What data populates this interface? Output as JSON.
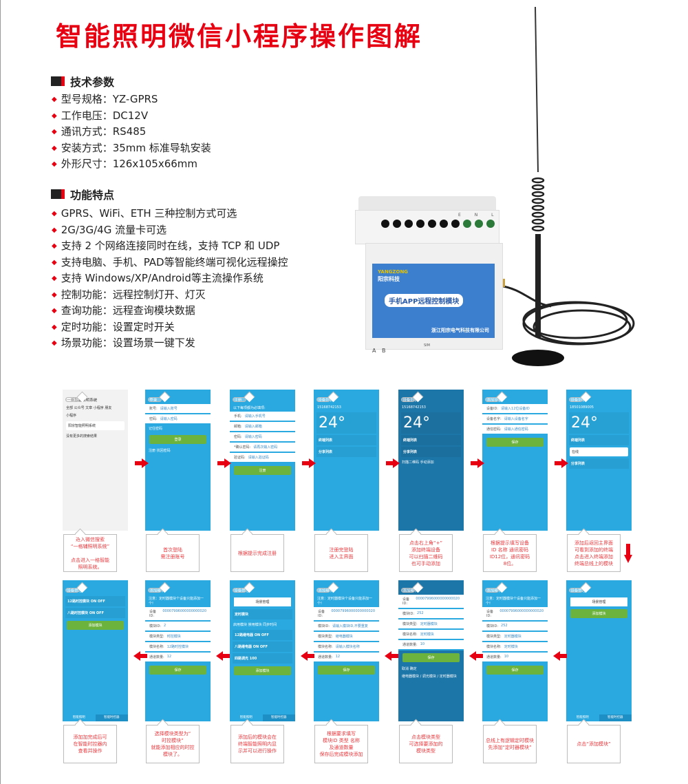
{
  "title": "智能照明微信小程序操作图解",
  "tech": {
    "heading": "技术参数",
    "items": [
      "型号规格：YZ-GPRS",
      "工作电压：DC12V",
      "通讯方式：RS485",
      "安装方式：35mm 标准导轨安装",
      "外形尺寸：126x105x66mm"
    ]
  },
  "features": {
    "heading": "功能特点",
    "items": [
      "GPRS、WiFi、ETH 三种控制方式可选",
      "2G/3G/4G 流量卡可选",
      "支持 2 个网络连接同时在线，支持 TCP 和 UDP",
      "支持电脑、手机、PAD等智能终端可视化远程操控",
      "支持 Windows/XP/Android等主流操作系统",
      "控制功能：远程控制灯开、灯灭",
      "查询功能：远程查询模块数据",
      "定时功能：设置定时开关",
      "场景功能：设置场景一键下发"
    ]
  },
  "device": {
    "brand": "YANGZONG",
    "brand_cn": "阳宗科技",
    "product": "手机APP远程控制模块",
    "company": "浙江阳宗电气科技有限公司",
    "terminals": "E N L",
    "ports": "A B",
    "sim": "SIM"
  },
  "colors": {
    "accent": "#e60012",
    "screen": "#2aa9e0",
    "button": "#6cb33e"
  },
  "screens": [
    {
      "theme": "white",
      "title": "一格智能照明系统",
      "rows": [
        {
          "t": "text",
          "v": "全部  公众号  文章  小程序  朋友"
        },
        {
          "t": "text",
          "v": "小程序"
        },
        {
          "t": "card",
          "v": "阳宗智能照明系统"
        },
        {
          "t": "text",
          "v": "没有更多的搜索结果"
        }
      ]
    },
    {
      "title": "登录",
      "rows": [
        {
          "t": "field",
          "l": "账号:",
          "v": "请输入账号"
        },
        {
          "t": "field",
          "l": "密码:",
          "v": "请输入密码"
        },
        {
          "t": "text",
          "v": "记住密码"
        },
        {
          "t": "button",
          "v": "登录"
        },
        {
          "t": "text",
          "v": "注册        找回密码"
        }
      ]
    },
    {
      "title": "注册",
      "rows": [
        {
          "t": "text",
          "v": "以下每项都为必填项:"
        },
        {
          "t": "field",
          "l": "手机:",
          "v": "请输入手机号"
        },
        {
          "t": "field",
          "l": "邮箱:",
          "v": "请输入邮箱"
        },
        {
          "t": "field",
          "l": "密码:",
          "v": "请输入密码"
        },
        {
          "t": "field",
          "l": "*确认密码:",
          "v": "请再次输入密码"
        },
        {
          "t": "field",
          "l": "验证码:",
          "v": "请输入验证码"
        },
        {
          "t": "button",
          "v": "注册"
        }
      ]
    },
    {
      "title": "设备列表",
      "rows": [
        {
          "t": "text",
          "v": "15168742153"
        },
        {
          "t": "weather",
          "v": "24°"
        },
        {
          "t": "list",
          "v": "终端列表"
        },
        {
          "t": "list",
          "v": "分享列表"
        }
      ]
    },
    {
      "theme": "dark",
      "title": "设备列表",
      "rows": [
        {
          "t": "text",
          "v": "15168742153"
        },
        {
          "t": "weather",
          "v": "24°"
        },
        {
          "t": "list",
          "v": "终端列表"
        },
        {
          "t": "list",
          "v": "分享列表"
        },
        {
          "t": "text",
          "v": "扫描二维码    手动添加"
        }
      ]
    },
    {
      "title": "添加设备",
      "rows": [
        {
          "t": "field",
          "l": "设备ID:",
          "v": "请输入12位设备ID"
        },
        {
          "t": "field",
          "l": "设备名字:",
          "v": "请输入设备名字"
        },
        {
          "t": "field",
          "l": "通信密码:",
          "v": "请输入通信密码"
        },
        {
          "t": "button",
          "v": "保存"
        }
      ]
    },
    {
      "title": "设备列表",
      "rows": [
        {
          "t": "text",
          "v": "18501089005"
        },
        {
          "t": "weather",
          "v": "24°"
        },
        {
          "t": "list",
          "v": "终端列表"
        },
        {
          "t": "card",
          "v": "在线"
        },
        {
          "t": "list",
          "v": "分享列表"
        }
      ]
    },
    {
      "title": "设备管理",
      "tabs": [
        "智能照明",
        "智能时控器"
      ],
      "rows": [
        {
          "t": "list",
          "v": "12路时控模块  ON OFF"
        },
        {
          "t": "list",
          "v": "八路时控模块  ON OFF"
        },
        {
          "t": "button",
          "v": "添加模块"
        }
      ]
    },
    {
      "title": "添加模块",
      "rows": [
        {
          "t": "text",
          "v": "注意：定时器模块个设备只能添加一个!"
        },
        {
          "t": "field",
          "l": "设备ID:",
          "v": "00007996000000000020"
        },
        {
          "t": "field",
          "l": "模块ID:",
          "v": "2"
        },
        {
          "t": "field",
          "l": "模块类型:",
          "v": "时控模块"
        },
        {
          "t": "field",
          "l": "模块名称:",
          "v": "12路时控模块"
        },
        {
          "t": "field",
          "l": "通道数量:",
          "v": "12"
        },
        {
          "t": "button",
          "v": "保存"
        }
      ]
    },
    {
      "title": "设备管理",
      "tabs": [
        "智能照明",
        "智能时控器"
      ],
      "rows": [
        {
          "t": "head",
          "v": "场景管理"
        },
        {
          "t": "list",
          "v": "定时模块"
        },
        {
          "t": "text",
          "v": "启用模块  禁用模块  同步时间"
        },
        {
          "t": "list",
          "v": "12路继电器  ON OFF"
        },
        {
          "t": "list",
          "v": "八路继电器  ON OFF"
        },
        {
          "t": "list",
          "v": "四路调光  100"
        },
        {
          "t": "button",
          "v": "添加模块"
        }
      ]
    },
    {
      "title": "添加模块",
      "rows": [
        {
          "t": "text",
          "v": "注意：定时器模块个设备只能添加一个!"
        },
        {
          "t": "field",
          "l": "设备ID:",
          "v": "00007996000000000020"
        },
        {
          "t": "field",
          "l": "模块ID:",
          "v": "请输入模块ID,不要重复"
        },
        {
          "t": "field",
          "l": "模块类型:",
          "v": "继电器模块"
        },
        {
          "t": "field",
          "l": "模块名称:",
          "v": "请输入模块名称"
        },
        {
          "t": "field",
          "l": "通道数量:",
          "v": "12"
        },
        {
          "t": "button",
          "v": "保存"
        }
      ]
    },
    {
      "theme": "dark",
      "title": "添加模块",
      "rows": [
        {
          "t": "field",
          "l": "设备ID:",
          "v": "00007996000000000020"
        },
        {
          "t": "field",
          "l": "模块ID:",
          "v": "252"
        },
        {
          "t": "field",
          "l": "模块类型:",
          "v": "定时器模块"
        },
        {
          "t": "field",
          "l": "模块名称:",
          "v": "定时模块"
        },
        {
          "t": "field",
          "l": "通道数量:",
          "v": "10"
        },
        {
          "t": "button",
          "v": "保存"
        },
        {
          "t": "text",
          "v": "取消                确定"
        },
        {
          "t": "text",
          "v": "继电器模块 / 调光模块 / 定时器模块"
        }
      ]
    },
    {
      "title": "添加模块",
      "rows": [
        {
          "t": "text",
          "v": "注意：定时器模块个设备只能添加一个!"
        },
        {
          "t": "field",
          "l": "设备ID:",
          "v": "00007996000000000020"
        },
        {
          "t": "field",
          "l": "模块ID:",
          "v": "252"
        },
        {
          "t": "field",
          "l": "模块类型:",
          "v": "定时器模块"
        },
        {
          "t": "field",
          "l": "模块名称:",
          "v": "定时模块"
        },
        {
          "t": "field",
          "l": "通道数量:",
          "v": "10"
        },
        {
          "t": "button",
          "v": "保存"
        }
      ]
    },
    {
      "title": "设备管理",
      "tabs": [
        "智能照明",
        "智能时控器"
      ],
      "rows": [
        {
          "t": "head",
          "v": "场景管理"
        },
        {
          "t": "button",
          "v": "添加模块"
        }
      ]
    }
  ],
  "captions": [
    "进入微信搜索\n“一格辅照明系统”\n\n点击进入一格智能\n照明系统。",
    "首次登陆\n需注册账号",
    "根据提示完成注册",
    "注册完登陆\n进入主界面",
    "点击右上角“+”\n添加终端设备\n可以扫描二维码\n也可手动添加",
    "根据提示填写设备\nID 名称 通讯密码\nID12位，通讯密码\n8位。",
    "添加后返回主界面\n可看到添加的终端\n点击进入终端添加\n终端总线上的模块",
    "添加加完成后可\n在智能时控器内\n查看并操作",
    "选择模块类型为“\n时控模块”\n就能添加相应的时控\n模块了。",
    "添加后的模块会在\n终端智能照明内显\n示并可以进行操作",
    "根据要求填写\n模块ID 类型 名称\n及通道数量\n保存后完成模块添加",
    "点击模块类型\n可选择要添加的\n模块类型",
    "总线上有逻辑定时模块\n先添加“定时器模块”",
    "点击“添加模块”"
  ]
}
